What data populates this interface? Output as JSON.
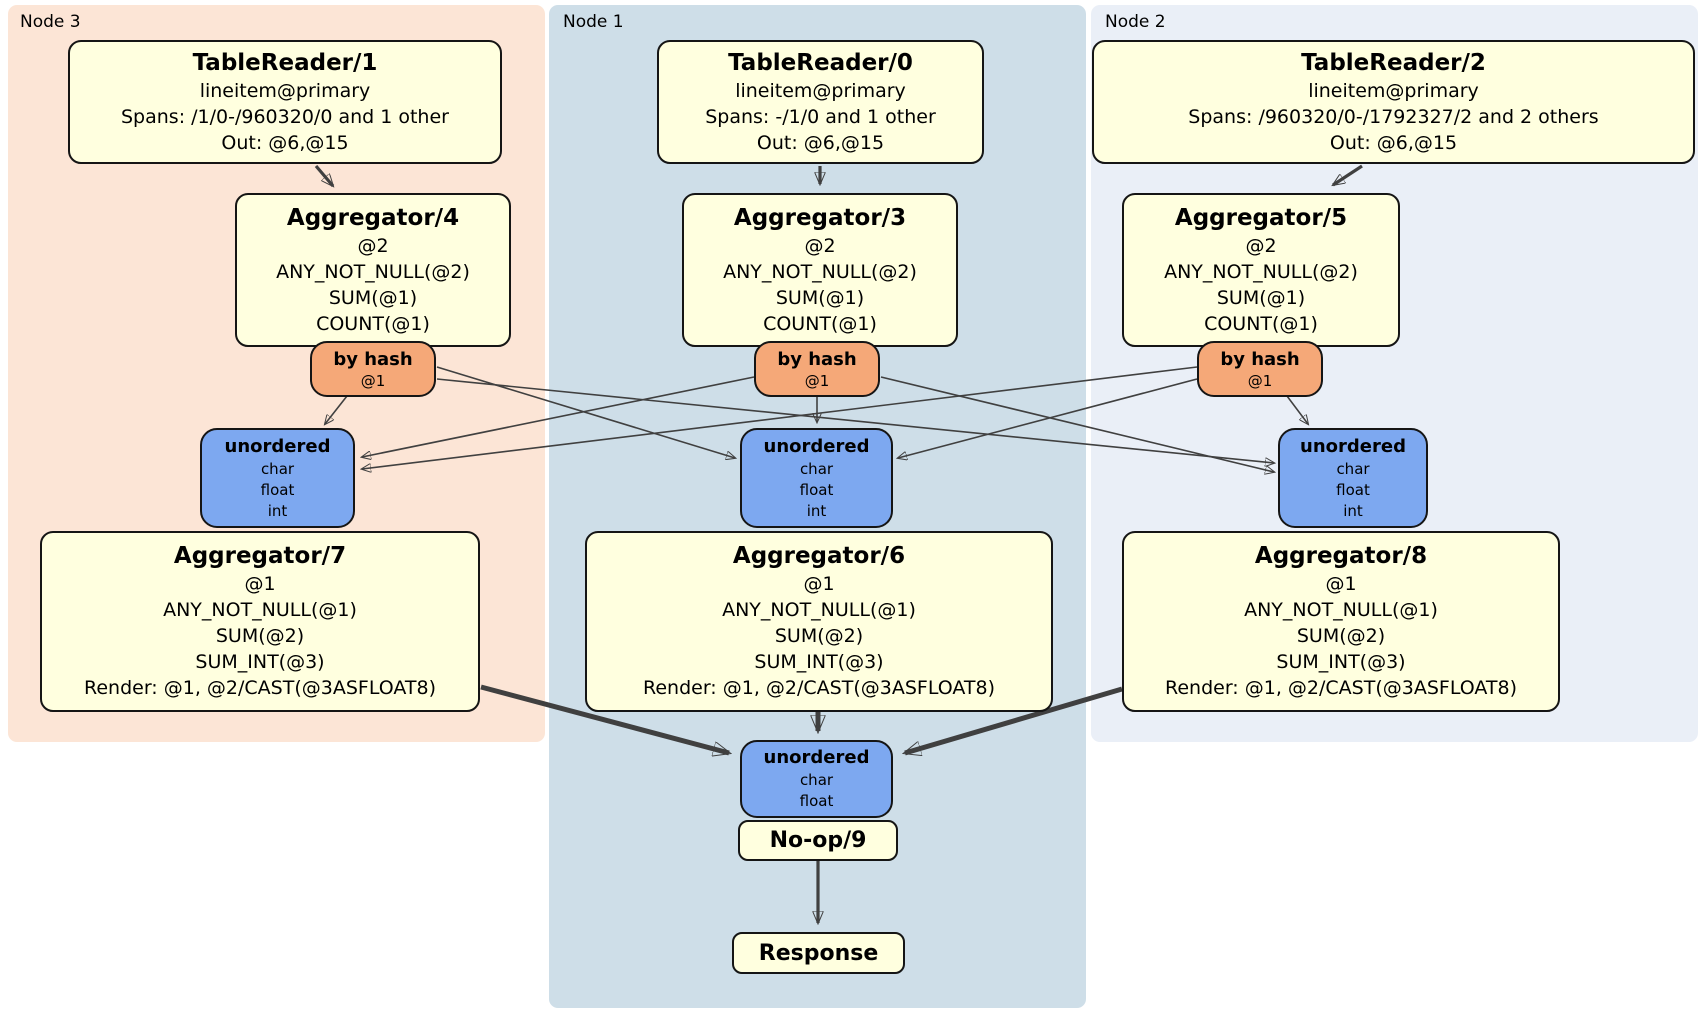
{
  "colors": {
    "node3_bg": "#FCE5D6",
    "node1_bg": "#CEDEE8",
    "node2_bg": "#EAEFF7",
    "box_fill": "#FFFFDF",
    "router_fill": "#F5A878",
    "sync_fill": "#7DA8F0",
    "edge": "#404040"
  },
  "regions": {
    "node3": {
      "label": "Node 3"
    },
    "node1": {
      "label": "Node 1"
    },
    "node2": {
      "label": "Node 2"
    }
  },
  "processors": {
    "tr1": {
      "title": "TableReader/1",
      "lines": [
        "lineitem@primary",
        "Spans: /1/0-/960320/0 and 1 other",
        "Out: @6,@15"
      ]
    },
    "tr0": {
      "title": "TableReader/0",
      "lines": [
        "lineitem@primary",
        "Spans: -/1/0 and 1 other",
        "Out: @6,@15"
      ]
    },
    "tr2": {
      "title": "TableReader/2",
      "lines": [
        "lineitem@primary",
        "Spans: /960320/0-/1792327/2 and 2 others",
        "Out: @6,@15"
      ]
    },
    "agg4": {
      "title": "Aggregator/4",
      "lines": [
        "@2",
        "ANY_NOT_NULL(@2)",
        "SUM(@1)",
        "COUNT(@1)"
      ]
    },
    "agg3": {
      "title": "Aggregator/3",
      "lines": [
        "@2",
        "ANY_NOT_NULL(@2)",
        "SUM(@1)",
        "COUNT(@1)"
      ]
    },
    "agg5": {
      "title": "Aggregator/5",
      "lines": [
        "@2",
        "ANY_NOT_NULL(@2)",
        "SUM(@1)",
        "COUNT(@1)"
      ]
    },
    "agg7": {
      "title": "Aggregator/7",
      "lines": [
        "@1",
        "ANY_NOT_NULL(@1)",
        "SUM(@2)",
        "SUM_INT(@3)",
        "Render: @1, @2/CAST(@3ASFLOAT8)"
      ]
    },
    "agg6": {
      "title": "Aggregator/6",
      "lines": [
        "@1",
        "ANY_NOT_NULL(@1)",
        "SUM(@2)",
        "SUM_INT(@3)",
        "Render: @1, @2/CAST(@3ASFLOAT8)"
      ]
    },
    "agg8": {
      "title": "Aggregator/8",
      "lines": [
        "@1",
        "ANY_NOT_NULL(@1)",
        "SUM(@2)",
        "SUM_INT(@3)",
        "Render: @1, @2/CAST(@3ASFLOAT8)"
      ]
    },
    "noop": {
      "title": "No-op/9"
    },
    "response": {
      "title": "Response"
    }
  },
  "routers": {
    "r3": {
      "title": "by hash",
      "lines": [
        "@1"
      ]
    },
    "r1": {
      "title": "by hash",
      "lines": [
        "@1"
      ]
    },
    "r2": {
      "title": "by hash",
      "lines": [
        "@1"
      ]
    }
  },
  "syncs": {
    "s3": {
      "title": "unordered",
      "lines": [
        "char",
        "float",
        "int"
      ]
    },
    "s1": {
      "title": "unordered",
      "lines": [
        "char",
        "float",
        "int"
      ]
    },
    "s2": {
      "title": "unordered",
      "lines": [
        "char",
        "float",
        "int"
      ]
    },
    "sfinal": {
      "title": "unordered",
      "lines": [
        "char",
        "float"
      ]
    }
  }
}
